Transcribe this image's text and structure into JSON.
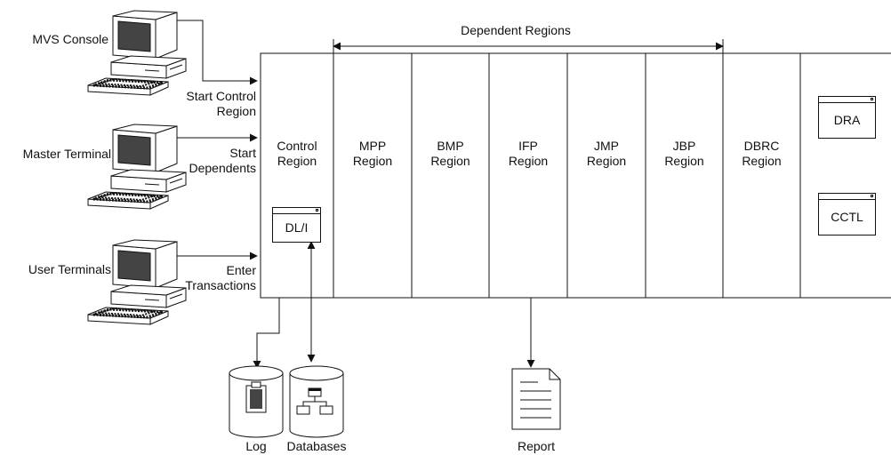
{
  "terminals": {
    "mvs_console": "MVS Console",
    "master_terminal": "Master Terminal",
    "user_terminals": "User Terminals"
  },
  "arrows": {
    "start_control_region": "Start Control\nRegion",
    "start_dependents": "Start\nDependents",
    "enter_transactions": "Enter\nTransactions"
  },
  "dependent_regions_label": "Dependent Regions",
  "regions": {
    "control": "Control\nRegion",
    "mpp": "MPP\nRegion",
    "bmp": "BMP\nRegion",
    "ifp": "IFP\nRegion",
    "jmp": "JMP\nRegion",
    "jbp": "JBP\nRegion",
    "dbrc": "DBRC\nRegion"
  },
  "boxes": {
    "dli": "DL/I",
    "dra": "DRA",
    "cctl": "CCTL"
  },
  "storage": {
    "log": "Log",
    "databases": "Databases",
    "report": "Report"
  },
  "icons": [
    "computer-icon",
    "cylinder-icon",
    "clipboard-icon",
    "hierarchy-icon",
    "document-icon"
  ]
}
